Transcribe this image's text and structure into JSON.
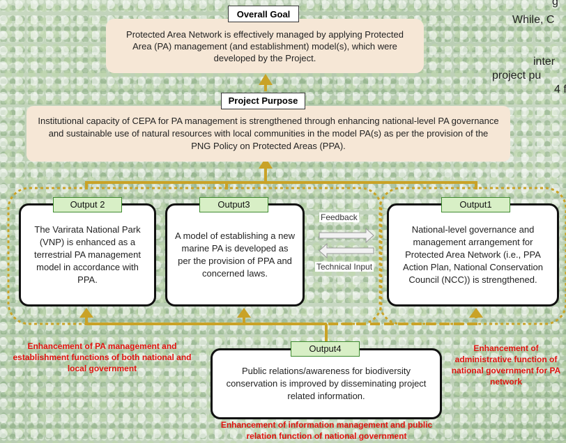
{
  "overall_goal": {
    "title": "Overall Goal",
    "text": "Protected Area Network is effectively managed by applying Protected Area (PA) management (and establishment) model(s), which were developed by the Project."
  },
  "project_purpose": {
    "title": "Project Purpose",
    "text": "Institutional capacity of CEPA for PA management is strengthened through enhancing national-level PA governance and sustainable use of natural resources with local communities in the model PA(s) as per the provision of the PNG Policy on Protected Areas (PPA)."
  },
  "outputs": {
    "output2": {
      "label": "Output 2",
      "text": "The Varirata National Park (VNP) is enhanced as a terrestrial PA management model in accordance with PPA."
    },
    "output3": {
      "label": "Output3",
      "text": "A model of establishing a new marine PA is developed as per the provision of PPA and concerned laws."
    },
    "output1": {
      "label": "Output1",
      "text": "National-level governance and management arrangement for Protected Area Network (i.e., PPA Action Plan, National Conservation Council (NCC)) is strengthened."
    },
    "output4": {
      "label": "Output4",
      "text": "Public relations/awareness for biodiversity conservation is improved by disseminating project related information."
    }
  },
  "arrows": {
    "feedback": "Feedback",
    "technical_input": "Technical Input"
  },
  "enhancements": {
    "left": "Enhancement of PA management and establishment functions of both national and local government",
    "right": "Enhancement of administrative function of national government for PA network",
    "bottom": "Enhancement of information management and public relation function of national government"
  },
  "side_text": {
    "line1": "g",
    "line2": "While, C",
    "line3": "inter",
    "line4": "project pu",
    "line5": "4 f"
  },
  "colors": {
    "connector": "#c9a227",
    "label_bg": "#d8efc6",
    "label_border": "#3d8a2e",
    "box_fill": "#f6e7d6",
    "enhancement_text": "#e0140f"
  }
}
